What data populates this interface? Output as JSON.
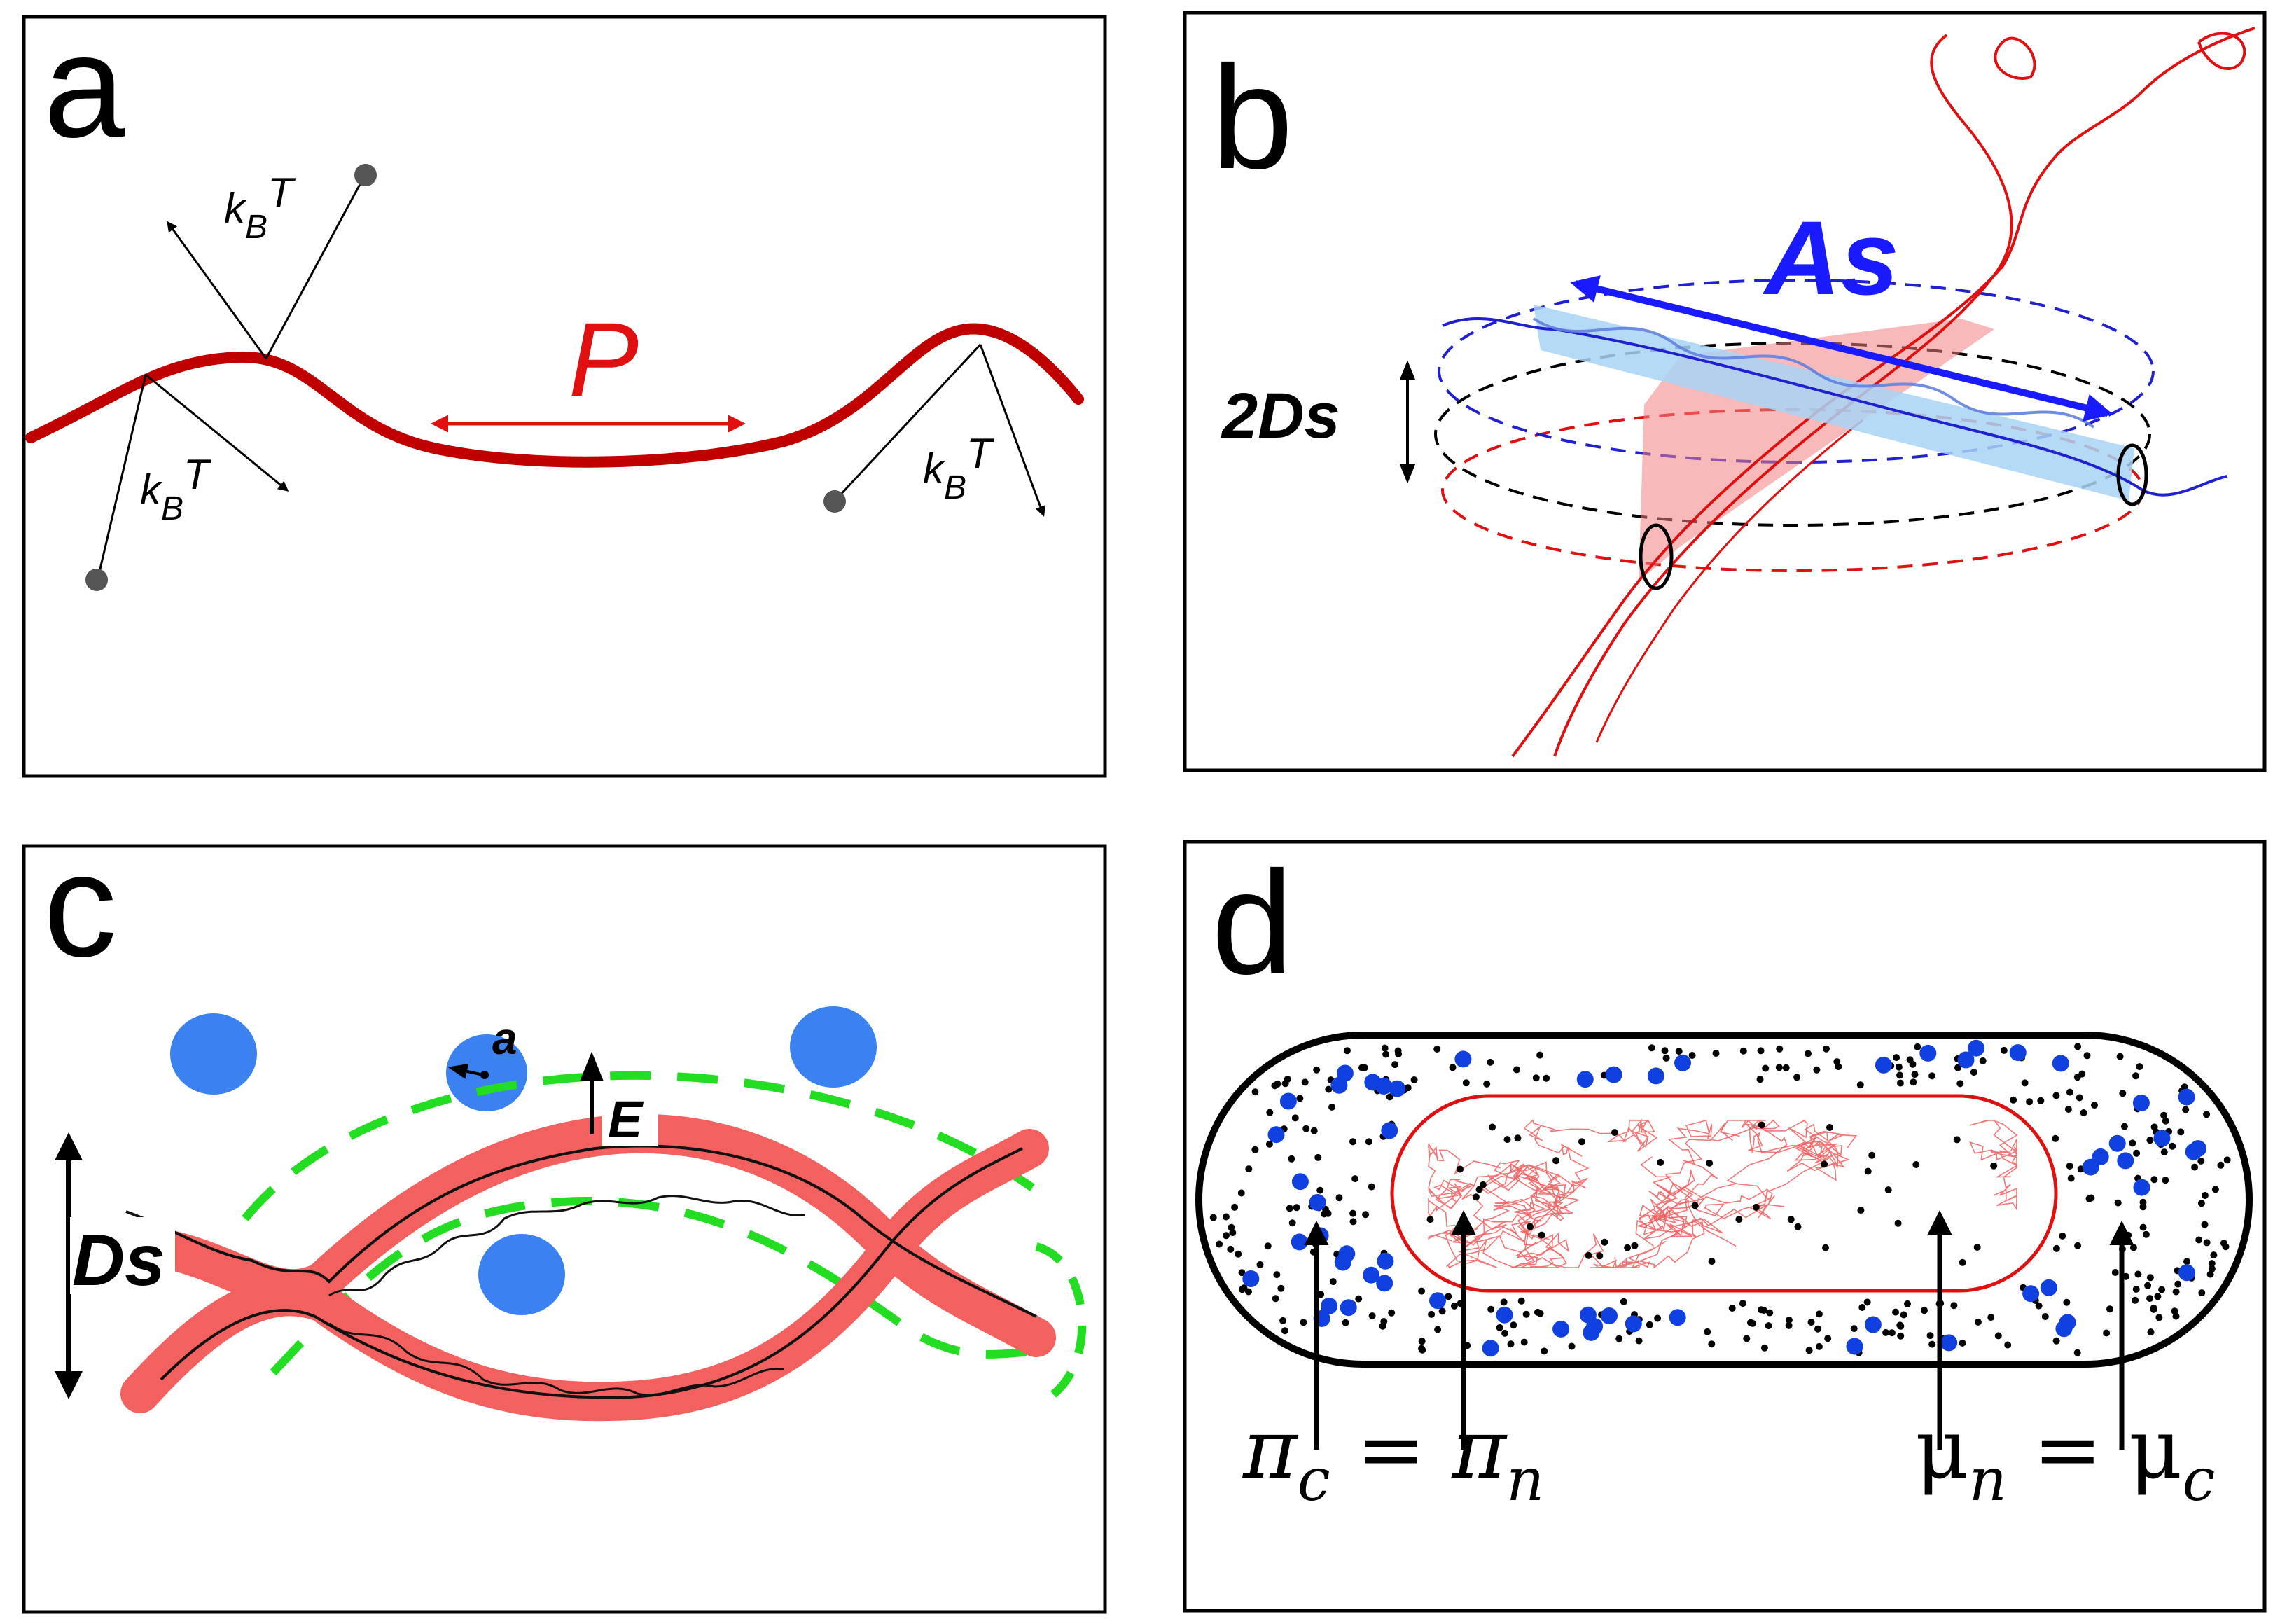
{
  "panels": {
    "a": {
      "letter": "a",
      "kbt": {
        "k": "k",
        "sub": "B",
        "t": "T"
      },
      "persistence_label": "P"
    },
    "b": {
      "letter": "b",
      "as_label": "As",
      "ds2_label": "2Ds"
    },
    "c": {
      "letter": "c",
      "a_label": "a",
      "e_label": "E",
      "ds_label": "Ds"
    },
    "d": {
      "letter": "d",
      "pi": "π",
      "mu": "μ",
      "sub_c": "c",
      "sub_n": "n",
      "eq": " = "
    }
  },
  "colors": {
    "red": "#e01010",
    "dark_red": "#c00000",
    "blue": "#1a1aff",
    "light_blue": "#a8d4f5",
    "light_red": "#f08080",
    "sphere_blue": "#3b82f0",
    "dot_blue": "#1040e0",
    "green": "#22dd22",
    "ds_red": "#f26060"
  }
}
